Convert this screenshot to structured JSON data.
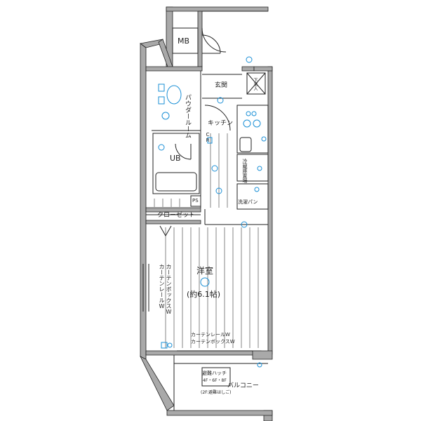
{
  "rooms": {
    "mb": "MB",
    "entrance": "玄関",
    "shoe_storage": "下足入",
    "powder_room": "パウダールーム",
    "kitchen": "キッチン",
    "unit_bath": "UB",
    "refrigerator": "冷蔵庫置場",
    "ps": "PS",
    "laundry_pan": "洗濯パン",
    "closet": "クローゼット",
    "western_room": "洋室",
    "western_room_size": "(約6.1帖)",
    "balcony": "バルコニー"
  },
  "annotations": {
    "curtain_side": "カーテンレールW",
    "curtain_box_side": "カーテンボックスW",
    "curtain_window": "カーテンレールW",
    "curtain_window_box": "カーテンボックスW",
    "evac_hatch": "避難ハッチ",
    "evac_floors": "4F・6F・8F",
    "evac_ladder": "(2F:避難はしご)"
  },
  "markers": {
    "cr": "CR"
  },
  "colors": {
    "wall": "#a9a9a9",
    "line": "#222222",
    "equipment": "#1a8fd6"
  }
}
